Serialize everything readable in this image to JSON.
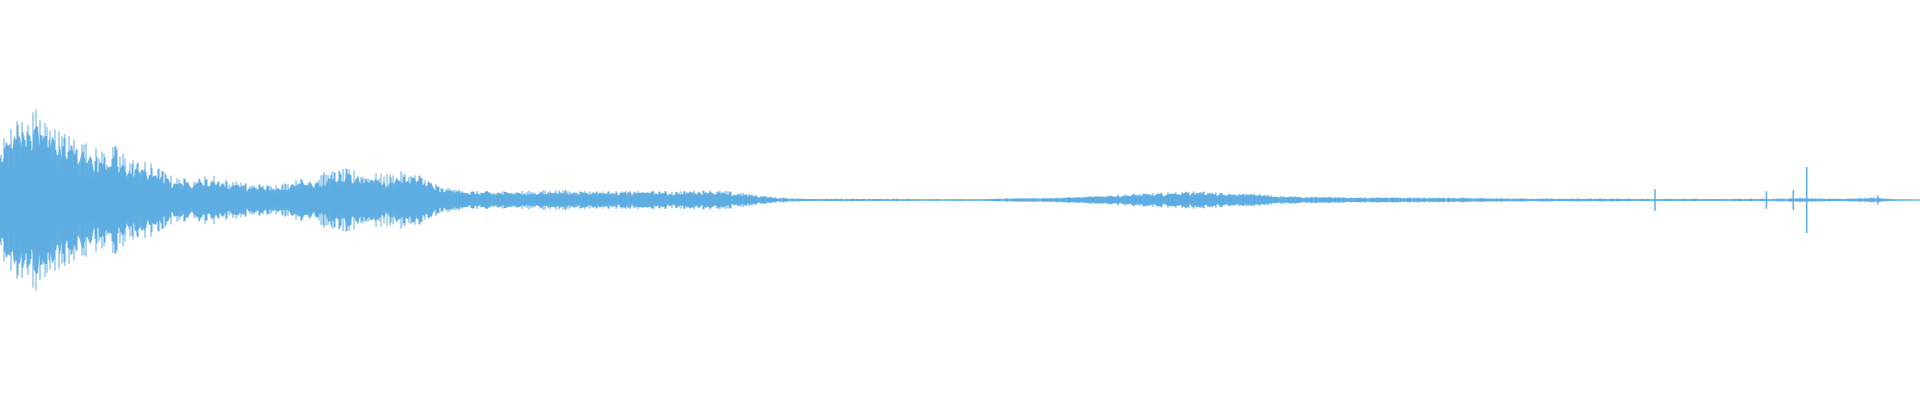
{
  "waveform": {
    "color": "#5dade2",
    "background": "#ffffff",
    "duration_fraction_points": [
      [
        0.0,
        0.42
      ],
      [
        0.005,
        0.6
      ],
      [
        0.012,
        0.66
      ],
      [
        0.02,
        0.72
      ],
      [
        0.03,
        0.55
      ],
      [
        0.04,
        0.5
      ],
      [
        0.05,
        0.4
      ],
      [
        0.06,
        0.42
      ],
      [
        0.07,
        0.32
      ],
      [
        0.08,
        0.28
      ],
      [
        0.09,
        0.18
      ],
      [
        0.1,
        0.16
      ],
      [
        0.11,
        0.2
      ],
      [
        0.12,
        0.15
      ],
      [
        0.13,
        0.13
      ],
      [
        0.14,
        0.12
      ],
      [
        0.15,
        0.14
      ],
      [
        0.16,
        0.18
      ],
      [
        0.17,
        0.22
      ],
      [
        0.18,
        0.24
      ],
      [
        0.19,
        0.22
      ],
      [
        0.2,
        0.2
      ],
      [
        0.21,
        0.22
      ],
      [
        0.22,
        0.2
      ],
      [
        0.23,
        0.1
      ],
      [
        0.24,
        0.08
      ],
      [
        0.25,
        0.07
      ],
      [
        0.27,
        0.07
      ],
      [
        0.29,
        0.08
      ],
      [
        0.31,
        0.07
      ],
      [
        0.33,
        0.07
      ],
      [
        0.35,
        0.07
      ],
      [
        0.37,
        0.08
      ],
      [
        0.385,
        0.06
      ],
      [
        0.395,
        0.04
      ],
      [
        0.405,
        0.02
      ],
      [
        0.42,
        0.01
      ],
      [
        0.45,
        0.01
      ],
      [
        0.48,
        0.008
      ],
      [
        0.51,
        0.008
      ],
      [
        0.53,
        0.015
      ],
      [
        0.55,
        0.02
      ],
      [
        0.57,
        0.03
      ],
      [
        0.59,
        0.05
      ],
      [
        0.61,
        0.06
      ],
      [
        0.625,
        0.07
      ],
      [
        0.64,
        0.05
      ],
      [
        0.655,
        0.05
      ],
      [
        0.67,
        0.03
      ],
      [
        0.69,
        0.025
      ],
      [
        0.71,
        0.02
      ],
      [
        0.73,
        0.02
      ],
      [
        0.75,
        0.02
      ],
      [
        0.77,
        0.015
      ],
      [
        0.8,
        0.012
      ],
      [
        0.83,
        0.012
      ],
      [
        0.86,
        0.01
      ],
      [
        0.88,
        0.01
      ],
      [
        0.9,
        0.01
      ],
      [
        0.92,
        0.01
      ],
      [
        0.94,
        0.015
      ],
      [
        0.96,
        0.01
      ],
      [
        0.975,
        0.02
      ],
      [
        0.985,
        0.01
      ],
      [
        1.0,
        0.005
      ]
    ],
    "spikes": [
      [
        0.862,
        0.1
      ],
      [
        0.92,
        0.08
      ],
      [
        0.934,
        0.09
      ],
      [
        0.941,
        0.3
      ],
      [
        0.978,
        0.04
      ]
    ]
  }
}
